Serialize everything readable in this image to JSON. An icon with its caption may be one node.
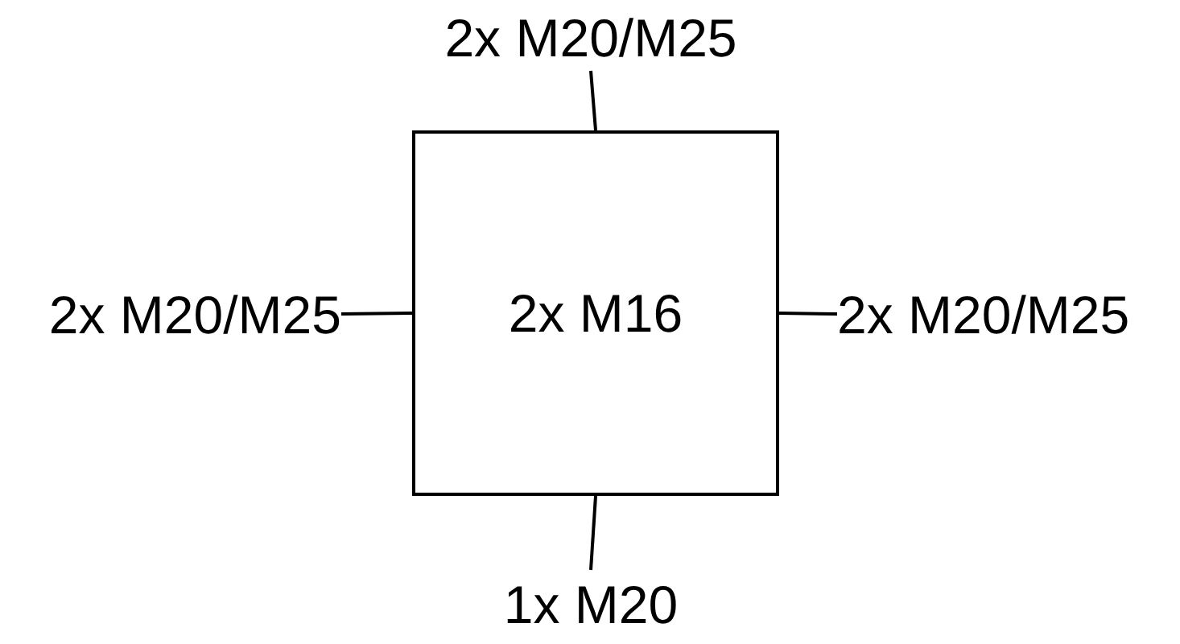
{
  "diagram": {
    "nodes": [
      {
        "text": [
          "2x M16"
        ]
      },
      {
        "text": [
          "2x M20/M25"
        ]
      },
      {
        "text": [
          "2x M20/M25"
        ]
      },
      {
        "text": [
          "2x M20/M25"
        ]
      },
      {
        "text": [
          "1x M20"
        ]
      }
    ],
    "edges": [
      {
        "from": 1,
        "to": 0,
        "arrow": "none"
      },
      {
        "from": 2,
        "to": 0,
        "arrow": "none"
      },
      {
        "from": 3,
        "to": 0,
        "arrow": "none"
      },
      {
        "from": 4,
        "to": 0,
        "arrow": "none"
      }
    ]
  }
}
